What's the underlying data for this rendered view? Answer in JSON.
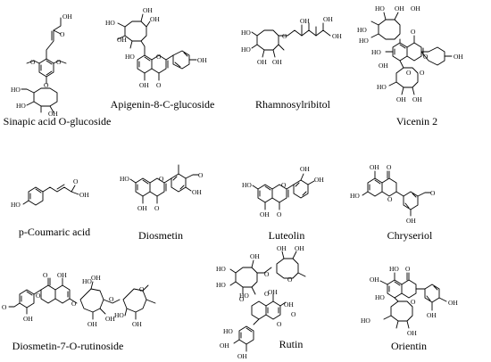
{
  "compounds": [
    {
      "name": "Sinapic acid O-glucoside",
      "atoms": [
        "OH",
        "O",
        "O",
        "O",
        "HO",
        "HO",
        "OH",
        "O"
      ]
    },
    {
      "name": "Apigenin-8-C-glucoside",
      "atoms": [
        "HO",
        "OH",
        "OH",
        "OH",
        "HO",
        "O",
        "OH",
        "OH",
        "O"
      ]
    },
    {
      "name": "Rhamnosylribitol",
      "atoms": [
        "OH",
        "OH",
        "OH",
        "O",
        "HO",
        "HO",
        "OH",
        "OH"
      ]
    },
    {
      "name": "Vicenin 2",
      "atoms": [
        "HO",
        "OH",
        "OH",
        "HO",
        "HO",
        "HO",
        "OH",
        "O",
        "O",
        "O",
        "OH",
        "HO",
        "O",
        "OH",
        "OH"
      ]
    },
    {
      "name": "p-Coumaric acid",
      "atoms": [
        "O",
        "OH",
        "HO"
      ]
    },
    {
      "name": "Diosmetin",
      "atoms": [
        "O",
        "HO",
        "O",
        "OH",
        "OH",
        "O"
      ]
    },
    {
      "name": "Luteolin",
      "atoms": [
        "OH",
        "OH",
        "HO",
        "O",
        "OH",
        "O"
      ]
    },
    {
      "name": "Chryseriol",
      "atoms": [
        "OH",
        "O",
        "HO",
        "O",
        "OH",
        "O"
      ]
    },
    {
      "name": "Diosmetin-7-O-rutinoside",
      "atoms": [
        "OH",
        "O",
        "O",
        "O",
        "HO",
        "OH",
        "O",
        "OH",
        "O",
        "OH",
        "OH",
        "HO",
        "OH",
        "O"
      ]
    },
    {
      "name": "Rutin",
      "atoms": [
        "HO",
        "OH",
        "OH",
        "HO",
        "O",
        "O",
        "O",
        "OH",
        "HO",
        "OH",
        "O",
        "OH",
        "OH",
        "O",
        "OH",
        "HO",
        "O"
      ]
    },
    {
      "name": "Orientin",
      "atoms": [
        "HO",
        "OH",
        "O",
        "HO",
        "OH",
        "HO",
        "OH",
        "OH",
        "O"
      ]
    }
  ]
}
